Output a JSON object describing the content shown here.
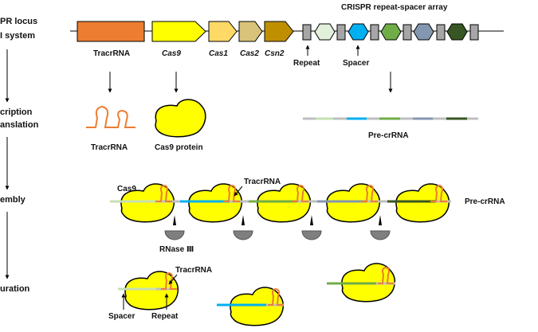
{
  "left_labels": {
    "locus_line1": "PR locus",
    "locus_line2": "I system",
    "transcription_line1": "cription",
    "transcription_line2": "anslation",
    "assembly": "embly",
    "maturation": "uration"
  },
  "genes": {
    "tracr": "TracrRNA",
    "cas9": "Cas9",
    "cas1": "Cas1",
    "cas2": "Cas2",
    "csn2": "Csn2"
  },
  "array": {
    "title": "CRISPR repeat-spacer array",
    "repeat_label": "Repeat",
    "spacer_label": "Spacer"
  },
  "products": {
    "tracrrna": "TracrRNA",
    "cas9_protein": "Cas9 protein",
    "pre_crrna": "Pre-crRNA"
  },
  "assembly_labels": {
    "cas9": "Cas9",
    "tracrrna": "TracrRNA",
    "pre_crrna": "Pre-crRNA",
    "rnase": "RNase Ⅲ"
  },
  "maturation_labels": {
    "tracrrna": "TracrRNA",
    "spacer": "Spacer",
    "repeat": "Repeat"
  },
  "colors": {
    "tracr_gene": "#ED7D31",
    "cas9_yellow": "#FFFF00",
    "cas1": "#FFD966",
    "cas2": "#D9C27A",
    "csn2": "#BF8F00",
    "repeat_grey": "#A6A6A6",
    "spacer_pale_green": "#C6E0B4",
    "spacer_blue": "#00B0F0",
    "spacer_green": "#70AD47",
    "spacer_slate": "#8497B0",
    "spacer_dark_green": "#375623",
    "rnase_grey": "#7F7F7F"
  }
}
